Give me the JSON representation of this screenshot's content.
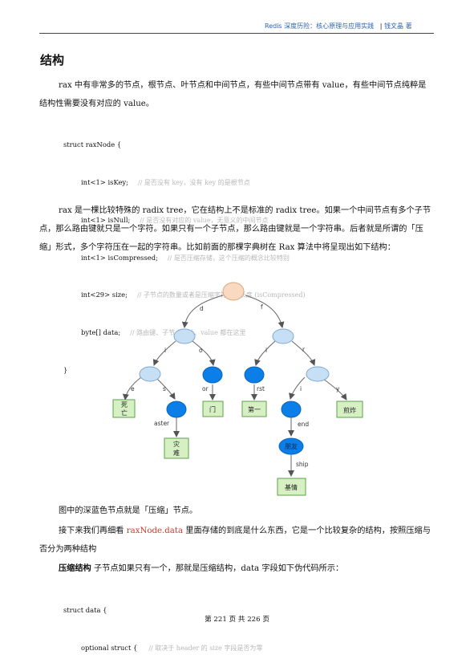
{
  "header": {
    "book_title": "Redis 深度历险：核心原理与应用实践",
    "separator": "|",
    "author": "钱文晶  著"
  },
  "section_title": "结构",
  "para1": "rax 中有非常多的节点，根节点、叶节点和中间节点，有些中间节点带有 value，有些中间节点纯粹是结构性需要没有对应的 value。",
  "code1": {
    "open": "struct raxNode {",
    "lines": [
      {
        "code": "int<1> isKey;",
        "comment": "// 是否没有 key，没有 key 的是根节点"
      },
      {
        "code": "int<1> isNull;",
        "comment": "// 是否没有对应的 value，无意义的中间节点"
      },
      {
        "code": "int<1> isCompressed;",
        "comment": "// 是否压缩存储，这个压缩的概念比较特别"
      },
      {
        "code": "int<29> size;",
        "comment": "// 子节点的数量或者是压缩字符串的长度 (isCompressed)"
      },
      {
        "code": "byte[] data;",
        "comment": "// 路由键、子节点指针、value 都在这里"
      }
    ],
    "close": "}"
  },
  "para2": "rax 是一棵比较特殊的 radix tree，它在结构上不是标准的 radix tree。如果一个中间节点有多个子节点，那么路由键就只是一个字符。如果只有一个子节点，那么路由键就是一个字符串。后者就是所谓的「压缩」形式，多个字符压在一起的字符串。比如前面的那棵字典树在 Rax 算法中将呈现出如下结构：",
  "diagram": {
    "edge_labels": {
      "root_left": "d",
      "root_right": "f",
      "l1_i": "i",
      "l1_o": "o",
      "r1_i": "i",
      "r1_r": "r",
      "e": "e",
      "s": "s",
      "or": "or",
      "rst": "rst",
      "ri": "i",
      "y": "y",
      "aster": "aster",
      "end": "end",
      "ship": "ship"
    },
    "boxes": {
      "sw": "死\n亡",
      "men": "门",
      "diyi": "第一",
      "jianzha": "煎炸",
      "zainan": "灾\n难",
      "pengyou": "朋友",
      "jiqing": "基情"
    },
    "colors": {
      "root": "#f9d9bf",
      "light": "#c6dff5",
      "dark": "#0b7ee8",
      "box": "#d6f0c3",
      "box_border": "#5aa447"
    }
  },
  "para3": "图中的深蓝色节点就是「压缩」节点。",
  "para4_before": "接下来我们再细看 ",
  "para4_red": "raxNode.data",
  "para4_after": " 里面存储的到底是什么东西，它是一个比较复杂的结构，按照压缩与否分为两种结构",
  "para5_bold": "压缩结构",
  "para5_rest": " 子节点如果只有一个，那就是压缩结构，data 字段如下伪代码所示：",
  "code2": {
    "open": "struct data {",
    "line_code": "optional struct {",
    "line_comment": "// 取决于 header 的 size 字段是否为零"
  },
  "footer": "第 221 页 共 226 页"
}
